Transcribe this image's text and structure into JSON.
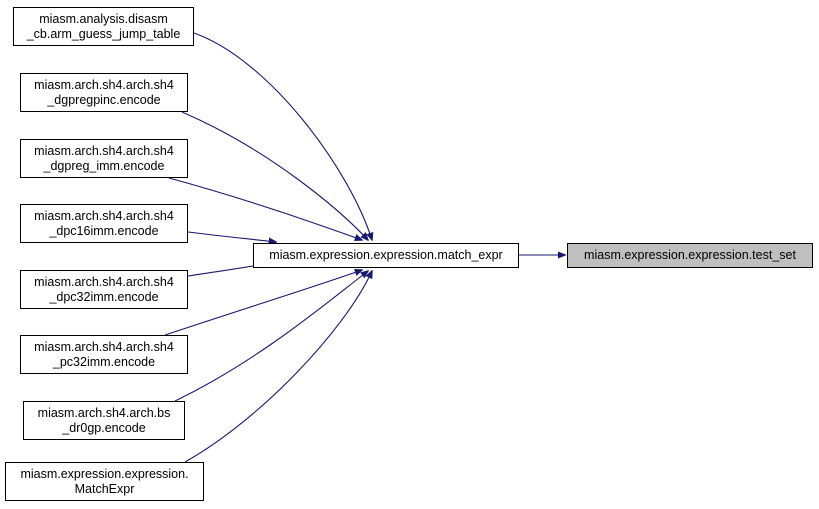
{
  "diagram": {
    "type": "call-graph",
    "edge_color": "#191970",
    "target_fill": "#bfbfbf",
    "nodes": [
      {
        "id": "n_arm_guess",
        "lines": [
          "miasm.analysis.disasm",
          "_cb.arm_guess_jump_table"
        ]
      },
      {
        "id": "n_dgpregpinc",
        "lines": [
          "miasm.arch.sh4.arch.sh4",
          "_dgpregpinc.encode"
        ]
      },
      {
        "id": "n_dgpreg_imm",
        "lines": [
          "miasm.arch.sh4.arch.sh4",
          "_dgpreg_imm.encode"
        ]
      },
      {
        "id": "n_dpc16imm",
        "lines": [
          "miasm.arch.sh4.arch.sh4",
          "_dpc16imm.encode"
        ]
      },
      {
        "id": "n_dpc32imm",
        "lines": [
          "miasm.arch.sh4.arch.sh4",
          "_dpc32imm.encode"
        ]
      },
      {
        "id": "n_pc32imm",
        "lines": [
          "miasm.arch.sh4.arch.sh4",
          "_pc32imm.encode"
        ]
      },
      {
        "id": "n_bs_dr0gp",
        "lines": [
          "miasm.arch.sh4.arch.bs",
          "_dr0gp.encode"
        ]
      },
      {
        "id": "n_matchexpr_cls",
        "lines": [
          "miasm.expression.expression.",
          "MatchExpr"
        ]
      },
      {
        "id": "n_match_expr",
        "lines": [
          "miasm.expression.expression.match_expr"
        ]
      },
      {
        "id": "n_test_set",
        "lines": [
          "miasm.expression.expression.test_set"
        ],
        "highlighted": true
      }
    ],
    "edges": [
      {
        "from": "n_arm_guess",
        "to": "n_match_expr"
      },
      {
        "from": "n_dgpregpinc",
        "to": "n_match_expr"
      },
      {
        "from": "n_dgpreg_imm",
        "to": "n_match_expr"
      },
      {
        "from": "n_dpc16imm",
        "to": "n_match_expr"
      },
      {
        "from": "n_dpc32imm",
        "to": "n_match_expr"
      },
      {
        "from": "n_pc32imm",
        "to": "n_match_expr"
      },
      {
        "from": "n_bs_dr0gp",
        "to": "n_match_expr"
      },
      {
        "from": "n_matchexpr_cls",
        "to": "n_match_expr"
      },
      {
        "from": "n_match_expr",
        "to": "n_test_set"
      }
    ]
  }
}
